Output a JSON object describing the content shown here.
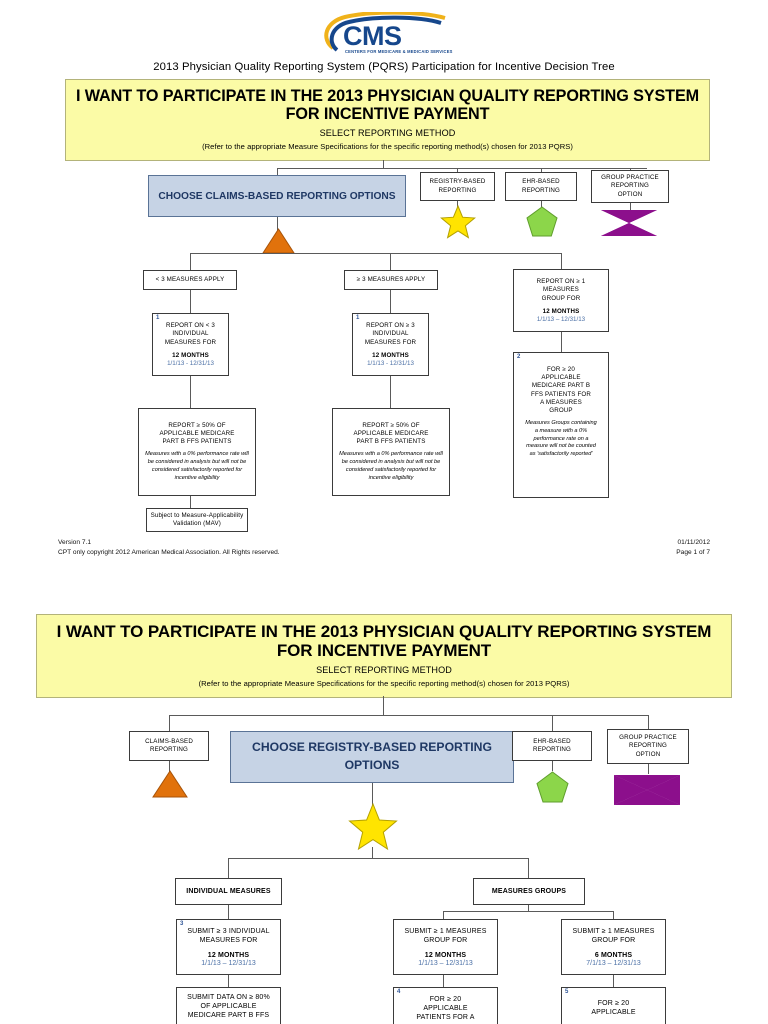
{
  "document": {
    "title": "2013 Physician Quality Reporting System (PQRS) Participation for Incentive Decision Tree",
    "logo_text": "CMS",
    "logo_subtext": "CENTERS FOR MEDICARE & MEDICAID SERVICES"
  },
  "colors": {
    "banner_fill": "#fbfba6",
    "choose_fill": "#c6d3e5",
    "choose_text": "#1f3864",
    "triangle": "#e1720c",
    "star": "#ffe400",
    "pentagon": "#8cd64a",
    "bowtie": "#8c0f8c",
    "blue_text": "#4a6fa5",
    "marker_number": "#2f5597"
  },
  "banner": {
    "line1": "I WANT TO PARTICIPATE IN THE 2013 PHYSICIAN QUALITY REPORTING SYSTEM",
    "line2": "FOR INCENTIVE PAYMENT",
    "line3": "SELECT REPORTING METHOD",
    "line4": "(Refer to the appropriate Measure Specifications for the specific reporting method(s) chosen for 2013 PQRS)"
  },
  "page1": {
    "choose_box": "CHOOSE CLAIMS-BASED REPORTING OPTIONS",
    "methods": [
      {
        "label": "REGISTRY-BASED REPORTING",
        "shape": "star-shape"
      },
      {
        "label": "EHR-BASED REPORTING",
        "shape": "pentagon-shape"
      },
      {
        "label": "GROUP PRACTICE REPORTING OPTION",
        "shape": "bowtie-shape"
      }
    ],
    "claims_shape": "triangle-shape",
    "branch_left": "< 3 MEASURES APPLY",
    "branch_mid": "≥ 3 MEASURES APPLY",
    "branch_right": {
      "line1": "REPORT ON ≥ 1",
      "line2": "MEASURES",
      "line3": "GROUP FOR",
      "months": "12 MONTHS",
      "dates": "1/1/13 – 12/31/13"
    },
    "node_left_1": {
      "number": "1",
      "line1": "REPORT ON < 3",
      "line2": "INDIVIDUAL",
      "line3": "MEASURES FOR",
      "months": "12 MONTHS",
      "dates": "1/1/13 - 12/31/13"
    },
    "node_mid_1": {
      "number": "1",
      "line1": "REPORT ON ≥ 3",
      "line2": "INDIVIDUAL",
      "line3": "MEASURES FOR",
      "months": "12 MONTHS",
      "dates": "1/1/13 - 12/31/13"
    },
    "node_left_2": {
      "line1": "REPORT ≥ 50% OF",
      "line2": "APPLICABLE MEDICARE",
      "line3": "PART B FFS PATIENTS",
      "note": "Measures with a 0% performance rate will be considered in analysis but will not be considered satisfactorily reported for incentive eligibility"
    },
    "node_mid_2": {
      "line1": "REPORT ≥ 50% OF",
      "line2": "APPLICABLE MEDICARE",
      "line3": "PART B FFS PATIENTS",
      "note": "Measures with a 0% performance rate will be considered in analysis but will not be considered satisfactorily reported for incentive eligibility"
    },
    "node_right_2": {
      "number": "2",
      "line1": "FOR ≥ 20",
      "line2": "APPLICABLE",
      "line3": "MEDICARE PART B",
      "line4": "FFS PATIENTS FOR",
      "line5": "A MEASURES",
      "line6": "GROUP",
      "note": "Measures Groups containing a measure with a 0% performance rate on a measure will not be counted as 'satisfactorily reported'"
    },
    "node_mav": {
      "line1": "Subject to Measure-Applicability",
      "line2": "Validation (MAV)"
    },
    "footer": {
      "version": "Version 7.1",
      "copyright": "CPT only copyright 2012 American Medical Association. All Rights reserved.",
      "date": "01/11/2012",
      "page": "Page 1 of 7"
    }
  },
  "page2": {
    "choose_box_line1": "CHOOSE REGISTRY-BASED REPORTING",
    "choose_box_line2": "OPTIONS",
    "methods": [
      {
        "label": "CLAIMS-BASED REPORTING",
        "shape": "triangle-shape"
      },
      {
        "label": "EHR-BASED REPORTING",
        "shape": "pentagon-shape"
      },
      {
        "label": "GROUP PRACTICE REPORTING OPTION",
        "shape": "bowtie-shape"
      }
    ],
    "registry_shape": "star-shape",
    "branch_left": "INDIVIDUAL MEASURES",
    "branch_right": "MEASURES GROUPS",
    "node_3": {
      "number": "3",
      "line1": "SUBMIT ≥ 3 INDIVIDUAL",
      "line2": "MEASURES FOR",
      "months": "12 MONTHS",
      "dates": "1/1/13 – 12/31/13"
    },
    "node_mg_12": {
      "line1": "SUBMIT ≥ 1 MEASURES",
      "line2": "GROUP FOR",
      "months": "12 MONTHS",
      "dates": "1/1/13 – 12/31/13"
    },
    "node_mg_6": {
      "line1": "SUBMIT ≥ 1 MEASURES",
      "line2": "GROUP FOR",
      "months": "6 MONTHS",
      "dates": "7/1/13 – 12/31/13"
    },
    "node_80": {
      "line1": "SUBMIT DATA ON ≥ 80%",
      "line2": "OF APPLICABLE",
      "line3": "MEDICARE PART B FFS"
    },
    "node_4": {
      "number": "4",
      "line1": "FOR ≥ 20",
      "line2": "APPLICABLE",
      "line3": "PATIENTS FOR A"
    },
    "node_5": {
      "number": "5",
      "line1": "FOR ≥ 20",
      "line2": "APPLICABLE"
    }
  }
}
